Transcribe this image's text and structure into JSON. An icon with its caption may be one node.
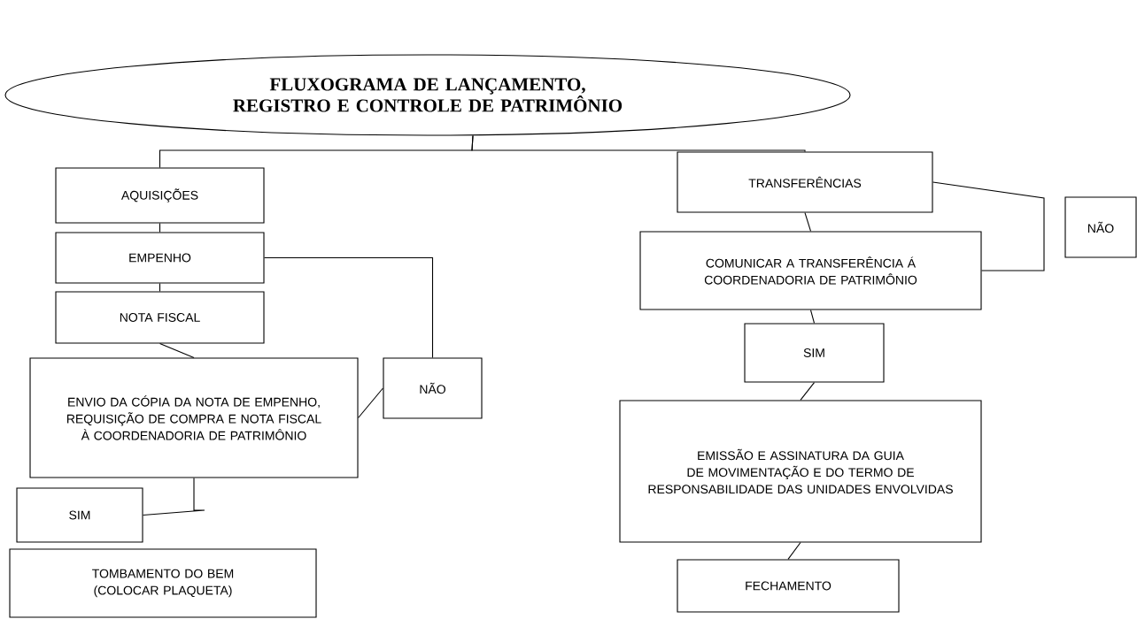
{
  "diagram": {
    "nodes": [
      {
        "text": [
          "FLUXOGRAMA DE LANÇAMENTO, REGISTRO E CONTROLE DE PATRIMÔNIO"
        ]
      },
      {
        "text": [
          "AQUISIÇÕES"
        ]
      },
      {
        "text": [
          "EMPENHO"
        ]
      },
      {
        "text": [
          "NOTA FISCAL"
        ]
      },
      {
        "text": [
          "ENVIO DA CÓPIA DA NOTA DE EMPENHO, REQUISIÇÃO DE COMPRA E NOTA FISCAL À COORDENADORIA DE PATRIMÔNIO"
        ]
      },
      {
        "text": [
          "NÃO"
        ]
      },
      {
        "text": [
          "SIM"
        ]
      },
      {
        "text": [
          "TOMBAMENTO DO BEM (COLOCAR PLAQUETA)"
        ]
      },
      {
        "text": [
          "TRANSFERÊNCIAS"
        ]
      },
      {
        "text": [
          "NÃO"
        ]
      },
      {
        "text": [
          "COMUNICAR A TRANSFERÊNCIA Á COORDENADORIA DE PATRIMÔNIO"
        ]
      },
      {
        "text": [
          "SIM"
        ]
      },
      {
        "text": [
          "EMISSÃO E ASSINATURA DA GUIA DE MOVIMENTAÇÃO E DO TERMO DE RESPONSABILIDADE DAS UNIDADES ENVOLVIDAS"
        ]
      },
      {
        "text": [
          "FECHAMENTO"
        ]
      }
    ],
    "edges": [
      {
        "from": 0,
        "to": 1,
        "arrow": "none"
      },
      {
        "from": 0,
        "to": 8,
        "arrow": "none"
      },
      {
        "from": 1,
        "to": 2,
        "arrow": "none"
      },
      {
        "from": 2,
        "to": 3,
        "arrow": "none"
      },
      {
        "from": 3,
        "to": 4,
        "arrow": "none"
      },
      {
        "from": 2,
        "to": 5,
        "arrow": "none"
      },
      {
        "from": 5,
        "to": 4,
        "arrow": "none"
      },
      {
        "from": 4,
        "to": 6,
        "arrow": "none"
      },
      {
        "from": 8,
        "to": 10,
        "arrow": "none"
      },
      {
        "from": 8,
        "to": 10,
        "arrow": "none"
      },
      {
        "from": 10,
        "to": 11,
        "arrow": "none"
      },
      {
        "from": 11,
        "to": 12,
        "arrow": "none"
      },
      {
        "from": 12,
        "to": 13,
        "arrow": "none"
      }
    ]
  }
}
